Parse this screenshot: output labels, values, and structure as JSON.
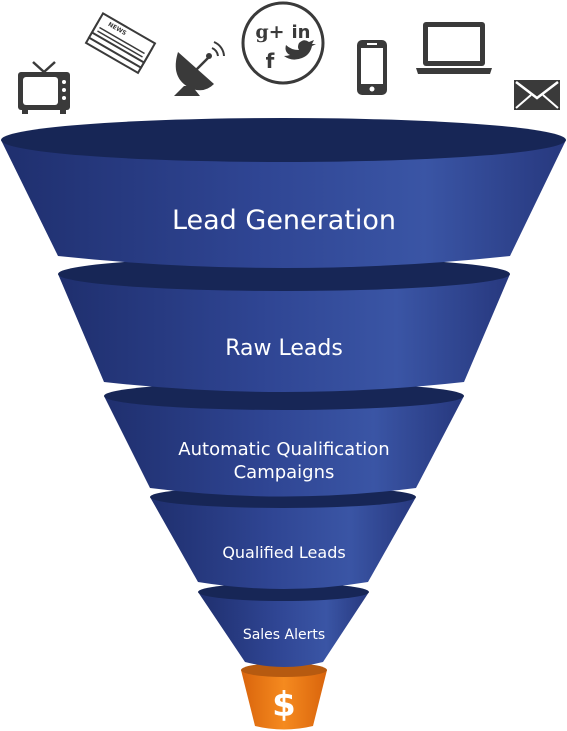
{
  "funnel": {
    "stages": [
      {
        "label": "Lead Generation"
      },
      {
        "label": "Raw Leads"
      },
      {
        "label_line1": "Automatic Qualification",
        "label_line2": "Campaigns"
      },
      {
        "label": "Qualified Leads"
      },
      {
        "label": "Sales Alerts"
      }
    ],
    "outcome_symbol": "$",
    "colors": {
      "stage_fill": "#2d3f8c",
      "stage_top": "#172656",
      "outcome_fill": "#f07c17",
      "icon": "#3a3a3a"
    }
  },
  "channel_icons": [
    {
      "icon": "tv-icon"
    },
    {
      "icon": "newspaper-icon",
      "text": "NEWS"
    },
    {
      "icon": "satellite-dish-icon"
    },
    {
      "icon": "social-media-icon",
      "g_text": "g+",
      "in_text": "in",
      "f_text": "f"
    },
    {
      "icon": "smartphone-icon"
    },
    {
      "icon": "laptop-icon"
    },
    {
      "icon": "email-icon"
    }
  ]
}
